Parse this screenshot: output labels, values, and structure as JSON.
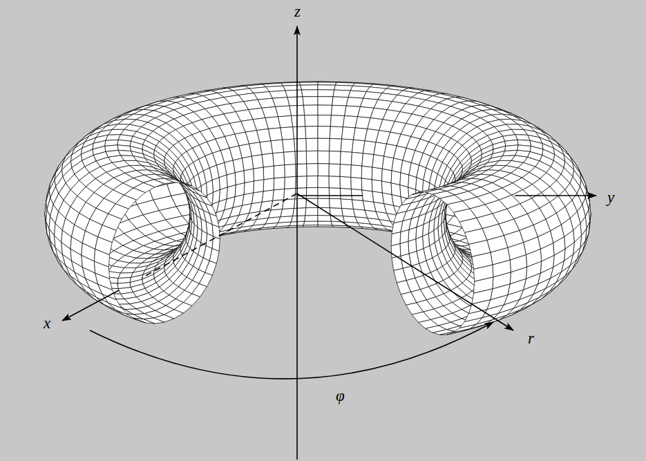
{
  "diagram": {
    "labels": [
      "z",
      "y",
      "x",
      "r",
      "φ"
    ]
  }
}
